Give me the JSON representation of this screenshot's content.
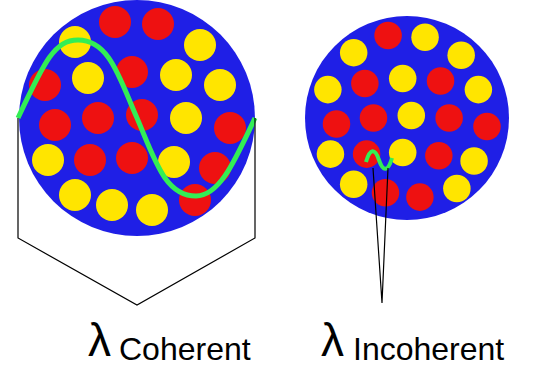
{
  "diagram": {
    "labels": [
      "λ",
      "Coherent",
      "λ",
      "Incoherent"
    ]
  }
}
